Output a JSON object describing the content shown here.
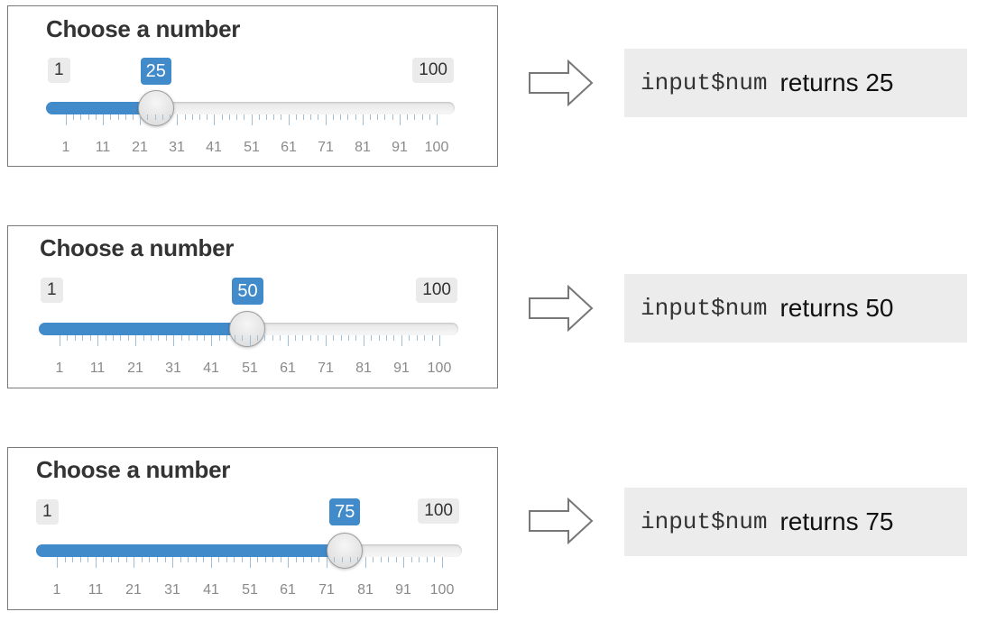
{
  "colors": {
    "accent": "#428bca",
    "panel_border": "#7a7a7a",
    "result_background": "#ececec",
    "tick_color": "#9fbfd9"
  },
  "icons": {
    "arrow": "right-arrow-icon"
  },
  "sliders": [
    {
      "title": "Choose a number",
      "min_label": "1",
      "max_label": "100",
      "min": 1,
      "max": 100,
      "value": 25,
      "value_label": "25",
      "tick_labels": [
        "1",
        "11",
        "21",
        "31",
        "41",
        "51",
        "61",
        "71",
        "81",
        "91",
        "100"
      ],
      "result_code": "input$num",
      "result_text": "returns 25"
    },
    {
      "title": "Choose a number",
      "min_label": "1",
      "max_label": "100",
      "min": 1,
      "max": 100,
      "value": 50,
      "value_label": "50",
      "tick_labels": [
        "1",
        "11",
        "21",
        "31",
        "41",
        "51",
        "61",
        "71",
        "81",
        "91",
        "100"
      ],
      "result_code": "input$num",
      "result_text": "returns 50"
    },
    {
      "title": "Choose a number",
      "min_label": "1",
      "max_label": "100",
      "min": 1,
      "max": 100,
      "value": 75,
      "value_label": "75",
      "tick_labels": [
        "1",
        "11",
        "21",
        "31",
        "41",
        "51",
        "61",
        "71",
        "81",
        "91",
        "100"
      ],
      "result_code": "input$num",
      "result_text": "returns 75"
    }
  ]
}
